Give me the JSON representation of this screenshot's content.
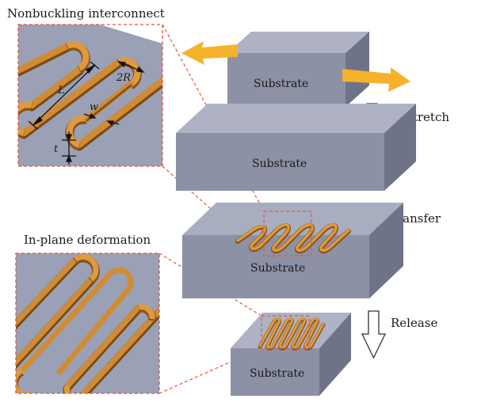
{
  "titles": {
    "inset_top": "Nonbuckling interconnect",
    "inset_bottom": "In-plane deformation"
  },
  "steps": {
    "prestretch": "Prestretch",
    "transfer": "Transfer",
    "release": "Release"
  },
  "substrate_label": "Substrate",
  "dimensions": {
    "length": "L",
    "radius": "2R",
    "width": "w",
    "thickness": "t"
  },
  "colors": {
    "substrate_top": "#a2a7bb",
    "substrate_front": "#8a8ea3",
    "substrate_side": "#6f7388",
    "inset_bg": "#9aa0b6",
    "wire": "#c8862e",
    "wire_dark": "#8a5418",
    "arrow_yellow": "#f6b22b",
    "dashed": "#e8553c"
  },
  "icons": [
    "stretch-arrow-left-icon",
    "stretch-arrow-right-icon",
    "down-arrow-icon"
  ]
}
